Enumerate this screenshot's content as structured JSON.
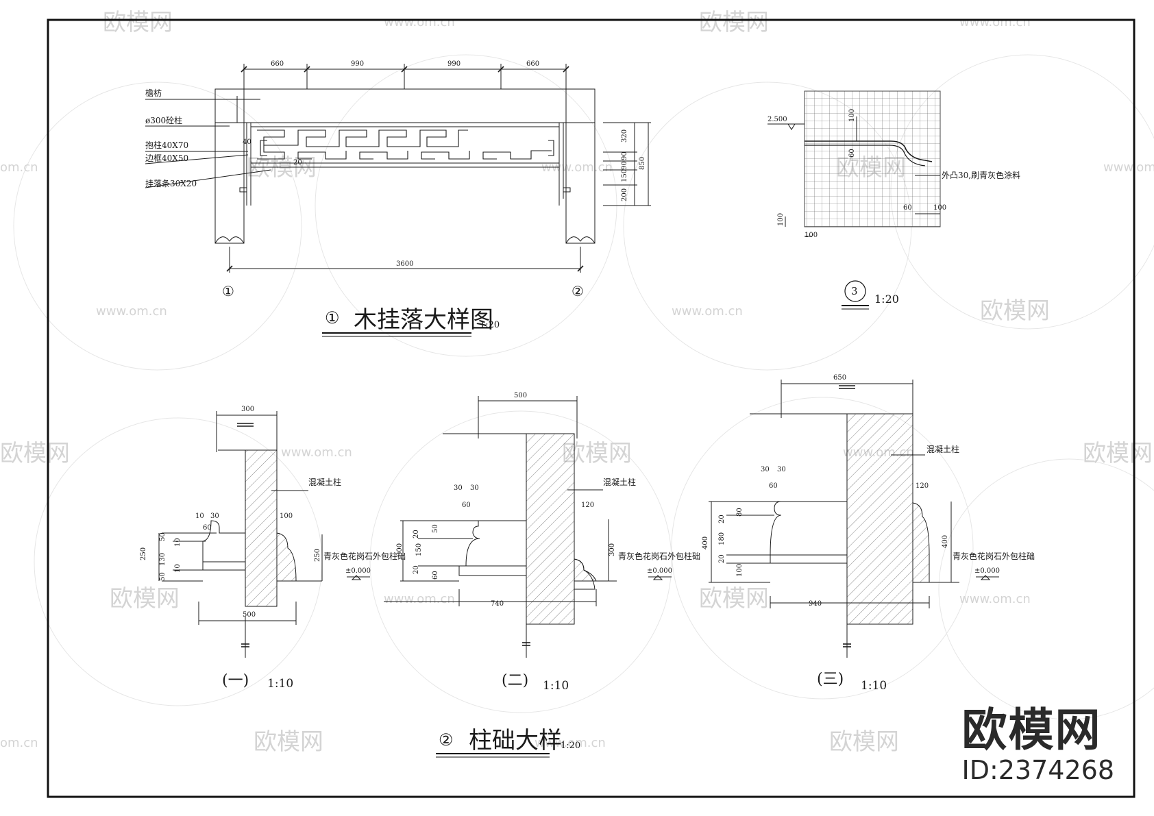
{
  "brand": {
    "name": "欧模网",
    "id_text": "ID:2374268"
  },
  "watermark": {
    "logo": "欧模网",
    "url": "www.om.cn",
    "url_short": "om.cn"
  },
  "detail1": {
    "title": "木挂落大样图",
    "num": "①",
    "scale": "1:20",
    "labels": {
      "beam": "檐枋",
      "column": "ø300砼柱",
      "post": "抱柱40X70",
      "frame": "边框40X50",
      "strip": "挂落条30X20"
    },
    "dims_top": [
      "660",
      "990",
      "990",
      "660"
    ],
    "dims_right": [
      "320",
      "90",
      "90",
      "150",
      "200"
    ],
    "dim_total_right": "850",
    "dim_bottom": "3600",
    "dim_small_40": "40",
    "dim_small_20": "20",
    "axis1": "①",
    "axis2": "②"
  },
  "detail3": {
    "num": "3",
    "scale": "1:20",
    "elev": "2.500",
    "note": "外凸30,刷青灰色涂料",
    "dims": {
      "d100a": "100",
      "d60": "60",
      "d60b": "60",
      "d100b": "100",
      "d100c": "100",
      "d100d": "100"
    }
  },
  "detail2": {
    "title": "柱础大样",
    "num": "②",
    "scale": "1:20",
    "concrete": "混凝土柱",
    "granite": "青灰色花岗石外包柱础",
    "level": "±0.000",
    "sub1": {
      "label": "(一)",
      "scale": "1:10",
      "top": "300",
      "bottom": "500",
      "left": {
        "d10a": "10",
        "d30": "30",
        "d60": "60",
        "total": "250",
        "d50a": "50",
        "d130": "130",
        "d50b": "50",
        "d10b": "10",
        "d10c": "10"
      },
      "right": {
        "d100": "100",
        "d250": "250"
      }
    },
    "sub2": {
      "label": "(二)",
      "scale": "1:10",
      "top": "500",
      "bottom": "740",
      "left": {
        "d30a": "30",
        "d30b": "30",
        "d60": "60",
        "total": "300",
        "d20a": "20",
        "d150": "150",
        "d20b": "20",
        "d50": "50",
        "d60b": "60"
      },
      "right": {
        "d120": "120",
        "d300": "300"
      }
    },
    "sub3": {
      "label": "(三)",
      "scale": "1:10",
      "top": "650",
      "bottom": "940",
      "left": {
        "d30a": "30",
        "d30b": "30",
        "d60": "60",
        "total": "400",
        "d20a": "20",
        "d180": "180",
        "d20b": "20",
        "d80": "80",
        "d100": "100"
      },
      "right": {
        "d120": "120",
        "d400": "400"
      }
    }
  }
}
